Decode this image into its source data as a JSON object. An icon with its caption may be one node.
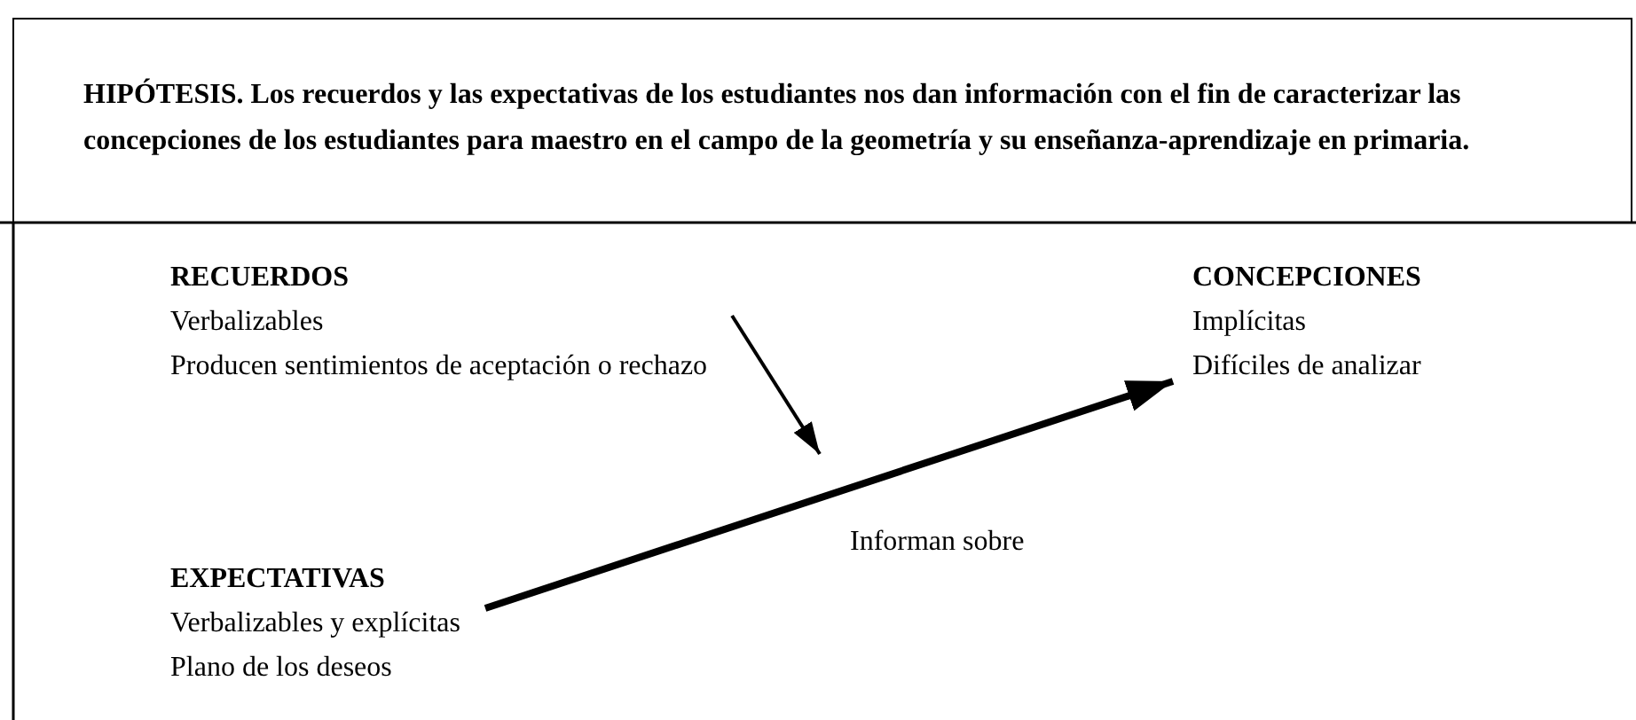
{
  "diagram": {
    "nodes": [
      {
        "text": [
          "HIPÓTESIS. Los recuerdos y las expectativas de los estudiantes nos dan información con el fin de caracterizar las concepciones de los estudiantes para maestro en el campo de la geometría y su enseñanza-aprendizaje en primaria."
        ]
      },
      {
        "text": [
          "RECUERDOS",
          "Verbalizables",
          "Producen sentimientos de aceptación o rechazo"
        ]
      },
      {
        "text": [
          "EXPECTATIVAS",
          "Verbalizables y explícitas",
          "Plano de los deseos"
        ]
      },
      {
        "text": [
          "CONCEPCIONES",
          "Implícitas",
          "Difíciles de analizar"
        ]
      }
    ],
    "edges": [
      {
        "from": 1,
        "to": null,
        "arrow": "to"
      },
      {
        "from": 2,
        "to": 3,
        "arrow": "to",
        "style": "thick"
      }
    ],
    "labels": [
      "Informan sobre"
    ]
  }
}
